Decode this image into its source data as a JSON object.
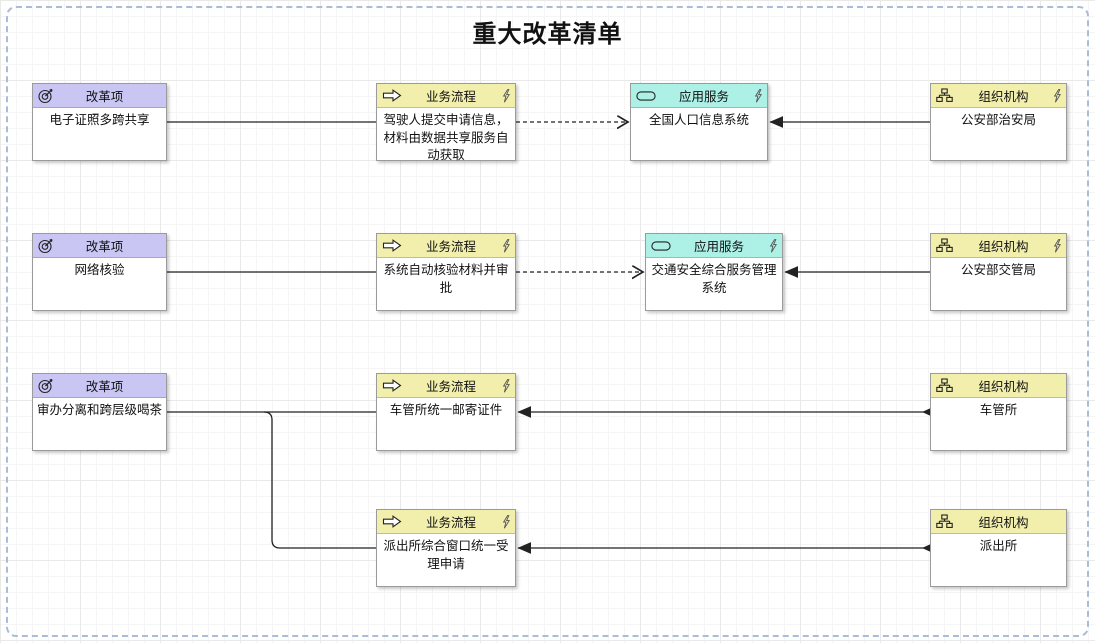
{
  "title": "重大改革清单",
  "colors": {
    "reform_header": "#c9c6f4",
    "business_header": "#f2efad",
    "service_header": "#adf0e6",
    "node_border": "#9b9b9b",
    "connector": "#222222",
    "canvas_dash_border": "#a9bdd6"
  },
  "node_types": {
    "reform": {
      "label": "改革项",
      "icon": "target-icon"
    },
    "process": {
      "label": "业务流程",
      "icon": "arrow-right-icon"
    },
    "service": {
      "label": "应用服务",
      "icon": "rounded-rect-icon"
    },
    "org": {
      "label": "组织机构",
      "icon": "org-chart-icon"
    }
  },
  "nodes": {
    "reform1": {
      "type_label": "改革项",
      "label": "电子证照多跨共享"
    },
    "process1": {
      "type_label": "业务流程",
      "label": "驾驶人提交申请信息，材料由数据共享服务自动获取"
    },
    "service1": {
      "type_label": "应用服务",
      "label": "全国人口信息系统"
    },
    "org1": {
      "type_label": "组织机构",
      "label": "公安部治安局"
    },
    "reform2": {
      "type_label": "改革项",
      "label": "网络核验"
    },
    "process2": {
      "type_label": "业务流程",
      "label": "系统自动核验材料并审批"
    },
    "service2": {
      "type_label": "应用服务",
      "label": "交通安全综合服务管理系统"
    },
    "org2": {
      "type_label": "组织机构",
      "label": "公安部交管局"
    },
    "reform3": {
      "type_label": "改革项",
      "label": "审办分离和跨层级喝茶"
    },
    "process3": {
      "type_label": "业务流程",
      "label": "车管所统一邮寄证件"
    },
    "org3": {
      "type_label": "组织机构",
      "label": "车管所"
    },
    "process4": {
      "type_label": "业务流程",
      "label": "派出所综合窗口统一受理申请"
    },
    "org4": {
      "type_label": "组织机构",
      "label": "派出所"
    }
  },
  "connections": [
    {
      "from": "reform1",
      "to": "process1",
      "style": "solid-plain"
    },
    {
      "from": "process1",
      "to": "service1",
      "style": "dashed-open-arrow"
    },
    {
      "from": "org1",
      "to": "service1",
      "style": "solid-filled-arrow"
    },
    {
      "from": "reform2",
      "to": "process2",
      "style": "solid-plain"
    },
    {
      "from": "process2",
      "to": "service2",
      "style": "dashed-open-arrow"
    },
    {
      "from": "org2",
      "to": "service2",
      "style": "solid-filled-arrow"
    },
    {
      "from": "reform3",
      "to": "process3",
      "style": "solid-plain"
    },
    {
      "from": "reform3",
      "to": "process4",
      "style": "solid-plain-branch"
    },
    {
      "from": "org3",
      "to": "process3",
      "style": "solid-filled-arrow"
    },
    {
      "from": "org4",
      "to": "process4",
      "style": "solid-filled-arrow"
    }
  ]
}
